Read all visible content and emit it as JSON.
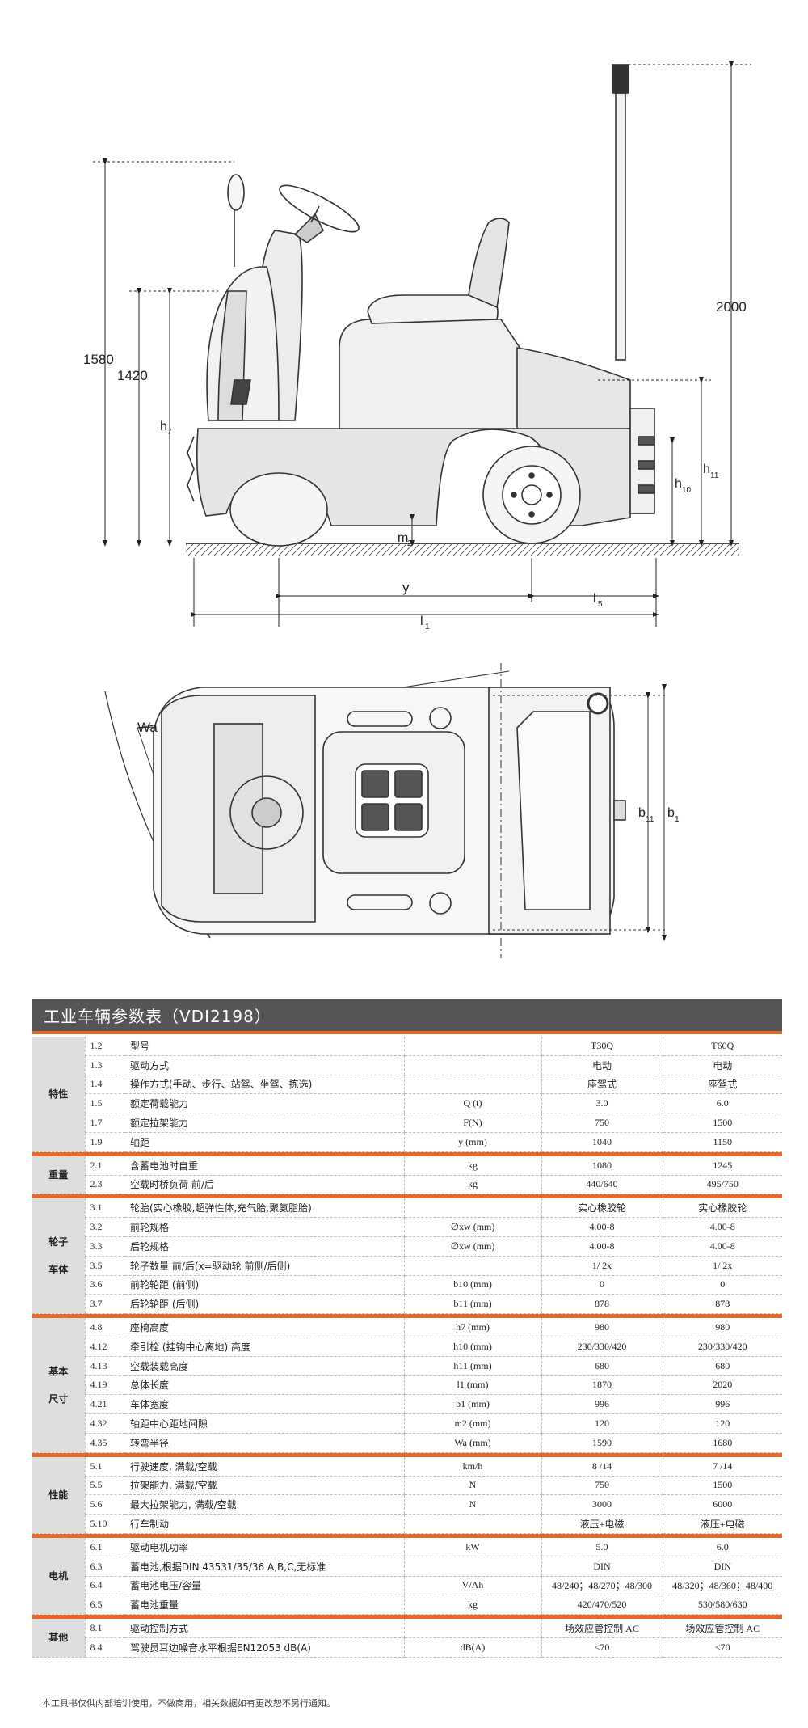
{
  "drawing": {
    "side_labels": {
      "h1580": "1580",
      "h1420": "1420",
      "h7": "h",
      "h7_sub": "7",
      "h2000": "2000",
      "h11": "h",
      "h11_sub": "11",
      "h10": "h",
      "h10_sub": "10",
      "m2": "m",
      "m2_sub": "2",
      "y": "y",
      "l5": "l",
      "l5_sub": "5",
      "l1": "l",
      "l1_sub": "1"
    },
    "top_labels": {
      "wa": "Wa",
      "b11": "b",
      "b11_sub": "11",
      "b1": "b",
      "b1_sub": "1"
    }
  },
  "table": {
    "title": "工业车辆参数表（VDI2198）",
    "groups": [
      {
        "label": "特性",
        "rows": [
          {
            "num": "1.2",
            "name": "型号",
            "unit": "",
            "v1": "T30Q",
            "v2": "T60Q"
          },
          {
            "num": "1.3",
            "name": "驱动方式",
            "unit": "",
            "v1": "电动",
            "v2": "电动"
          },
          {
            "num": "1.4",
            "name": "操作方式(手动、步行、站驾、坐驾、拣选)",
            "unit": "",
            "v1": "座驾式",
            "v2": "座驾式"
          },
          {
            "num": "1.5",
            "name": "额定荷载能力",
            "unit": "Q (t)",
            "v1": "3.0",
            "v2": "6.0"
          },
          {
            "num": "1.7",
            "name": "额定拉架能力",
            "unit": "F(N)",
            "v1": "750",
            "v2": "1500"
          },
          {
            "num": "1.9",
            "name": "轴距",
            "unit": "y (mm)",
            "v1": "1040",
            "v2": "1150"
          }
        ]
      },
      {
        "label": "重量",
        "rows": [
          {
            "num": "2.1",
            "name": "含蓄电池时自重",
            "unit": "kg",
            "v1": "1080",
            "v2": "1245"
          },
          {
            "num": "2.3",
            "name": "空载时桥负荷 前/后",
            "unit": "kg",
            "v1": "440/640",
            "v2": "495/750"
          }
        ]
      },
      {
        "label": "轮子\n车体",
        "rows": [
          {
            "num": "3.1",
            "name": "轮胎(实心橡胶,超弹性体,充气胎,聚氨脂胎)",
            "unit": "",
            "v1": "实心橡胶轮",
            "v2": "实心橡胶轮"
          },
          {
            "num": "3.2",
            "name": "前轮规格",
            "unit": "∅xw (mm)",
            "v1": "4.00-8",
            "v2": "4.00-8"
          },
          {
            "num": "3.3",
            "name": "后轮规格",
            "unit": "∅xw (mm)",
            "v1": "4.00-8",
            "v2": "4.00-8"
          },
          {
            "num": "3.5",
            "name": "轮子数量 前/后(x=驱动轮 前侧/后侧)",
            "unit": "",
            "v1": "1/ 2x",
            "v2": "1/ 2x"
          },
          {
            "num": "3.6",
            "name": "前轮轮距 (前侧)",
            "unit": "b10 (mm)",
            "v1": "0",
            "v2": "0"
          },
          {
            "num": "3.7",
            "name": "后轮轮距 (后侧)",
            "unit": "b11 (mm)",
            "v1": "878",
            "v2": "878"
          }
        ]
      },
      {
        "label": "基本\n尺寸",
        "rows": [
          {
            "num": "4.8",
            "name": "座椅高度",
            "unit": "h7 (mm)",
            "v1": "980",
            "v2": "980"
          },
          {
            "num": "4.12",
            "name": "牵引栓 (挂钩中心离地) 高度",
            "unit": "h10 (mm)",
            "v1": "230/330/420",
            "v2": "230/330/420"
          },
          {
            "num": "4.13",
            "name": "空载装载高度",
            "unit": "h11 (mm)",
            "v1": "680",
            "v2": "680"
          },
          {
            "num": "4.19",
            "name": "总体长度",
            "unit": "l1 (mm)",
            "v1": "1870",
            "v2": "2020"
          },
          {
            "num": "4.21",
            "name": "车体宽度",
            "unit": "b1 (mm)",
            "v1": "996",
            "v2": "996"
          },
          {
            "num": "4.32",
            "name": "轴距中心距地间隙",
            "unit": "m2 (mm)",
            "v1": "120",
            "v2": "120"
          },
          {
            "num": "4.35",
            "name": "转弯半径",
            "unit": "Wa (mm)",
            "v1": "1590",
            "v2": "1680"
          }
        ]
      },
      {
        "label": "性能",
        "rows": [
          {
            "num": "5.1",
            "name": "行驶速度, 满载/空载",
            "unit": "km/h",
            "v1": "8 /14",
            "v2": "7 /14"
          },
          {
            "num": "5.5",
            "name": "拉架能力, 满载/空载",
            "unit": "N",
            "v1": "750",
            "v2": "1500"
          },
          {
            "num": "5.6",
            "name": "最大拉架能力, 满载/空载",
            "unit": "N",
            "v1": "3000",
            "v2": "6000"
          },
          {
            "num": "5.10",
            "name": "行车制动",
            "unit": "",
            "v1": "液压+电磁",
            "v2": "液压+电磁"
          }
        ]
      },
      {
        "label": "电机",
        "rows": [
          {
            "num": "6.1",
            "name": "驱动电机功率",
            "unit": "kW",
            "v1": "5.0",
            "v2": "6.0"
          },
          {
            "num": "6.3",
            "name": "蓄电池,根据DIN 43531/35/36 A,B,C,无标准",
            "unit": "",
            "v1": "DIN",
            "v2": "DIN"
          },
          {
            "num": "6.4",
            "name": "蓄电池电压/容量",
            "unit": "V/Ah",
            "v1": "48/240；48/270；48/300",
            "v2": "48/320；48/360；48/400"
          },
          {
            "num": "6.5",
            "name": "蓄电池重量",
            "unit": "kg",
            "v1": "420/470/520",
            "v2": "530/580/630"
          }
        ]
      },
      {
        "label": "其他",
        "rows": [
          {
            "num": "8.1",
            "name": "驱动控制方式",
            "unit": "",
            "v1": "场效应管控制 AC",
            "v2": "场效应管控制 AC"
          },
          {
            "num": "8.4",
            "name": "驾驶员耳边噪音水平根据EN12053 dB(A)",
            "unit": "dB(A)",
            "v1": "<70",
            "v2": "<70"
          }
        ]
      }
    ]
  },
  "footnote": "本工具书仅供内部培训使用，不做商用，相关数据如有更改恕不另行通知。",
  "colors": {
    "accent": "#e8672a",
    "header_bg": "#555555",
    "category_bg": "#dedede"
  }
}
